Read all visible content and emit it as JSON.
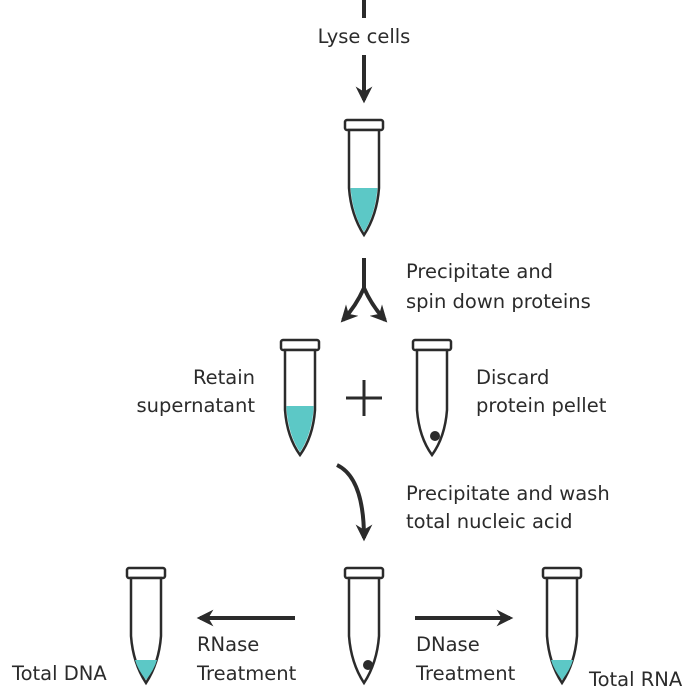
{
  "steps": {
    "lyse": "Lyse cells",
    "precip_proteins": [
      "Precipitate and",
      "spin down proteins"
    ],
    "retain": [
      "Retain",
      "supernatant"
    ],
    "plus": "+",
    "discard": [
      "Discard",
      "protein pellet"
    ],
    "precip_nucleic": [
      "Precipitate and wash",
      "total nucleic acid"
    ],
    "rnase": [
      "RNase",
      "Treatment"
    ],
    "dnase": [
      "DNase",
      "Treatment"
    ],
    "total_dna": "Total DNA",
    "total_rna": "Total RNA"
  },
  "colors": {
    "liquid": "#5cc8c6",
    "outline": "#2b2b2b"
  }
}
